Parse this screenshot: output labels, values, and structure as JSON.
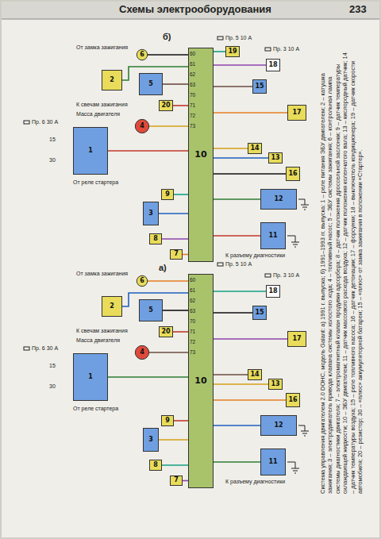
{
  "diagram": {
    "caption": "Система управления двигателем 2.0 DOHC, модель Galant: а) 1991 г. выпуска; б) 1991–1993 гг. выпуска: 1 – реле питания ЭБУ двигателем; 2 – катушка зажигания; 3 – электродвигатель привода клапана системы холостого хода; 4 – топливный насос; 5 – ЭБУ системы зажигания; 6 – контрольная лампа системы диагностики двигателя; 7 – электромагнитный клапан продувки адсорбера; 8 – датчик положения дроссельной заслонки; 9 – датчик температуры охлаждающей жидкости; 10 – ЭБУ двигателем; 11 – датчик массового расхода воздуха; 12 – датчик положения коленчатого вала; 13 – кислородный датчик; 14 – датчик температуры воздуха; 15 – реле топливного насоса; 16 – датчик детонации; 17 – форсунки; 18 – выключатель кондиционера; 19 – датчик скорости автомобиля; 20 – резистор; 30 – «плюс» аккумуляторной батареи; 15 – «плюс» от замка зажигания в положении «Стартер».",
    "nodes": [
      {
        "text": [
          "10"
        ]
      },
      {
        "text": [
          "1"
        ]
      },
      {
        "text": [
          "2"
        ]
      },
      {
        "text": [
          "3"
        ]
      },
      {
        "text": [
          "4"
        ]
      },
      {
        "text": [
          "5"
        ]
      },
      {
        "text": [
          "6"
        ]
      },
      {
        "text": [
          "7"
        ]
      },
      {
        "text": [
          "8"
        ]
      },
      {
        "text": [
          "9"
        ]
      },
      {
        "text": [
          "11"
        ]
      },
      {
        "text": [
          "12"
        ]
      },
      {
        "text": [
          "13"
        ]
      },
      {
        "text": [
          "14"
        ]
      },
      {
        "text": [
          "15"
        ]
      },
      {
        "text": [
          "16"
        ]
      },
      {
        "text": [
          "17"
        ]
      },
      {
        "text": [
          "18"
        ]
      },
      {
        "text": [
          "19"
        ]
      },
      {
        "text": [
          "20"
        ]
      },
      {
        "text": [
          "10"
        ]
      },
      {
        "text": [
          "1"
        ]
      },
      {
        "text": [
          "2"
        ]
      },
      {
        "text": [
          "3"
        ]
      },
      {
        "text": [
          "4"
        ]
      },
      {
        "text": [
          "5"
        ]
      },
      {
        "text": [
          "6"
        ]
      },
      {
        "text": [
          "7"
        ]
      },
      {
        "text": [
          "8"
        ]
      },
      {
        "text": [
          "9"
        ]
      },
      {
        "text": [
          "11"
        ]
      },
      {
        "text": [
          "12"
        ]
      },
      {
        "text": [
          "13"
        ]
      },
      {
        "text": [
          "14"
        ]
      },
      {
        "text": [
          "15"
        ]
      },
      {
        "text": [
          "16"
        ]
      },
      {
        "text": [
          "17"
        ]
      },
      {
        "text": [
          "18"
        ]
      },
      {
        "text": [
          "20"
        ]
      }
    ],
    "edges": [
      {
        "from": 1,
        "to": 0,
        "arrow": "none"
      },
      {
        "from": 2,
        "to": 0,
        "arrow": "none"
      },
      {
        "from": 3,
        "to": 0,
        "arrow": "none"
      },
      {
        "from": 4,
        "to": 0,
        "arrow": "none"
      },
      {
        "from": 5,
        "to": 0,
        "arrow": "none"
      },
      {
        "from": 6,
        "to": 0,
        "arrow": "none"
      },
      {
        "from": 7,
        "to": 0,
        "arrow": "none"
      },
      {
        "from": 8,
        "to": 0,
        "arrow": "none"
      },
      {
        "from": 9,
        "to": 0,
        "arrow": "none"
      },
      {
        "from": 10,
        "to": 0,
        "arrow": "none"
      },
      {
        "from": 11,
        "to": 0,
        "arrow": "none"
      },
      {
        "from": 12,
        "to": 0,
        "arrow": "none"
      },
      {
        "from": 13,
        "to": 0,
        "arrow": "none"
      },
      {
        "from": 14,
        "to": 0,
        "arrow": "none"
      },
      {
        "from": 15,
        "to": 0,
        "arrow": "none"
      },
      {
        "from": 16,
        "to": 0,
        "arrow": "none"
      },
      {
        "from": 17,
        "to": 0,
        "arrow": "none"
      },
      {
        "from": 18,
        "to": 0,
        "arrow": "none"
      },
      {
        "from": 19,
        "to": 0,
        "arrow": "none"
      },
      {
        "from": 21,
        "to": 20,
        "arrow": "none"
      },
      {
        "from": 22,
        "to": 20,
        "arrow": "none"
      },
      {
        "from": 23,
        "to": 20,
        "arrow": "none"
      },
      {
        "from": 24,
        "to": 20,
        "arrow": "none"
      },
      {
        "from": 25,
        "to": 20,
        "arrow": "none"
      },
      {
        "from": 26,
        "to": 20,
        "arrow": "none"
      },
      {
        "from": 27,
        "to": 20,
        "arrow": "none"
      },
      {
        "from": 28,
        "to": 20,
        "arrow": "none"
      },
      {
        "from": 29,
        "to": 20,
        "arrow": "none"
      },
      {
        "from": 30,
        "to": 20,
        "arrow": "none"
      },
      {
        "from": 31,
        "to": 20,
        "arrow": "none"
      },
      {
        "from": 32,
        "to": 20,
        "arrow": "none"
      },
      {
        "from": 33,
        "to": 20,
        "arrow": "none"
      },
      {
        "from": 34,
        "to": 20,
        "arrow": "none"
      },
      {
        "from": 35,
        "to": 20,
        "arrow": "none"
      },
      {
        "from": 36,
        "to": 20,
        "arrow": "none"
      },
      {
        "from": 37,
        "to": 20,
        "arrow": "none"
      },
      {
        "from": 38,
        "to": 20,
        "arrow": "none"
      }
    ],
    "labels": [
      "233",
      "Схемы электрооборудования",
      "б)",
      "От замка зажигания",
      "К свечам зажигания",
      "Масса двигателя",
      "Пр. 6 30 А",
      "15",
      "30",
      "От реле стартера",
      "Пр. 5 10 А",
      "Пр. 3 10 А",
      "К разъему диагностики",
      "а)",
      "От замка зажигания",
      "К свечам зажигания",
      "Масса двигателя",
      "Пр. 6 30 А",
      "15",
      "30",
      "От реле стартера",
      "Пр. 5 10 А",
      "Пр. 3 10 А",
      "К разъему диагностики",
      "60",
      "61",
      "62",
      "63",
      "70",
      "71",
      "72",
      "73",
      "60",
      "61",
      "62",
      "63",
      "70",
      "71",
      "72",
      "73"
    ]
  }
}
